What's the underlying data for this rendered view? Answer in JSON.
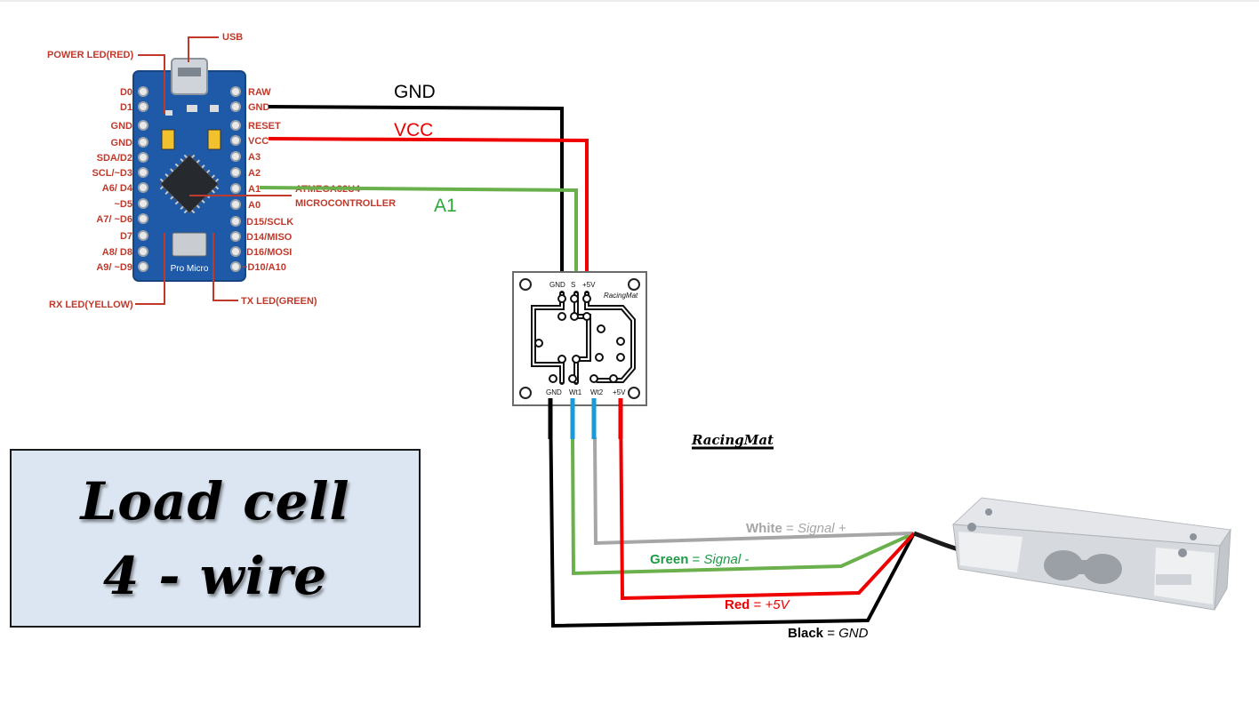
{
  "title": {
    "line1": "Load cell",
    "line2": "4 - wire"
  },
  "brand": "RacingMat",
  "board": {
    "chip_text": "ATMEGA32U4",
    "board_name": "Pro Micro",
    "left_pins": [
      "D0",
      "D1",
      "GND",
      "GND",
      "SDA/D2",
      "SCL/~D3",
      "A6/ D4",
      "~D5",
      "A7/ ~D6",
      "D7",
      "A8/ D8",
      "A9/ ~D9"
    ],
    "right_pins": [
      "RAW",
      "GND",
      "RESET",
      "VCC",
      "A3",
      "A2",
      "A1",
      "A0",
      "D15/SCLK",
      "D14/MISO",
      "D16/MOSI",
      "~D10/A10"
    ],
    "callouts": {
      "usb": "USB",
      "power_led": "POWER LED(RED)",
      "microcontroller": "MICROCONTROLLER",
      "rx_led": "RX LED(YELLOW)",
      "tx_led": "TX LED(GREEN)"
    }
  },
  "wires_top": {
    "gnd": "GND",
    "vcc": "VCC",
    "a1": "A1"
  },
  "amp_board": {
    "name": "RacingMat",
    "top_pins": [
      "GND",
      "S",
      "+5V"
    ],
    "bottom_pins": [
      "GND",
      "Wt1",
      "Wt2",
      "+5V"
    ]
  },
  "load_cell_wires": [
    {
      "color_word": "White",
      "sep": "=",
      "meaning": "Signal +"
    },
    {
      "color_word": "Green",
      "sep": "=",
      "meaning": "Signal -"
    },
    {
      "color_word": "Red",
      "sep": "=",
      "meaning": "+5V"
    },
    {
      "color_word": "Black",
      "sep": "=",
      "meaning": "GND"
    }
  ],
  "colors": {
    "black_wire": "#000000",
    "red_wire": "#ee0000",
    "green_wire": "#6ab04c",
    "white_wire": "#a6a6a6",
    "blue_wire": "#1a9ad6",
    "board_blue": "#1e5aa8",
    "callout_red": "#c0392b",
    "title_bg": "#dce6f2"
  }
}
